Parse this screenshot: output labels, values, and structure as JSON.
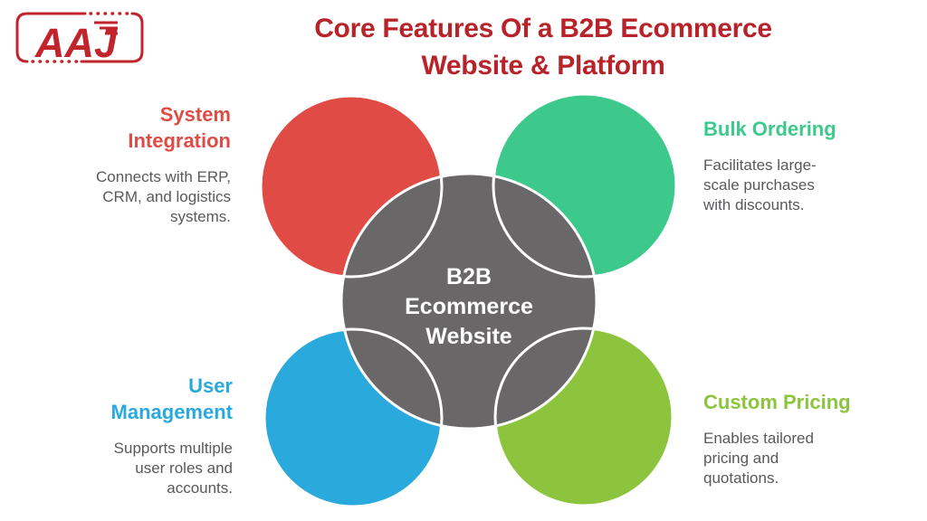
{
  "colors": {
    "background": "#FFFFFF",
    "body_text": "#58595B",
    "white_stroke": "#FFFFFF"
  },
  "logo": {
    "text": "AAJ",
    "color": "#C2242C"
  },
  "title": {
    "line1": "Core Features Of a B2B Ecommerce",
    "line2": "Website & Platform",
    "color": "#B8232A"
  },
  "center": {
    "lines": [
      "B2B",
      "Ecommerce",
      "Website"
    ],
    "circle_color": "#696767",
    "text_color": "#FFFFFF"
  },
  "features": [
    {
      "id": "system-integration",
      "position": "top-left",
      "title": "System Integration",
      "title_lines": [
        "System",
        "Integration"
      ],
      "description": "Connects with ERP, CRM, and logistics systems.",
      "description_lines": [
        "Connects with ERP,",
        "CRM, and logistics",
        "systems."
      ],
      "color": "#E04B45"
    },
    {
      "id": "bulk-ordering",
      "position": "top-right",
      "title": "Bulk Ordering",
      "title_lines": [
        "Bulk Ordering"
      ],
      "description": "Facilitates large-scale purchases with discounts.",
      "description_lines": [
        "Facilitates large-",
        "scale purchases",
        "with discounts."
      ],
      "color": "#3DC98C"
    },
    {
      "id": "user-management",
      "position": "bottom-left",
      "title": "User Management",
      "title_lines": [
        "User",
        "Management"
      ],
      "description": "Supports multiple user roles and accounts.",
      "description_lines": [
        "Supports multiple",
        "user roles and",
        "accounts."
      ],
      "color": "#29A9DC"
    },
    {
      "id": "custom-pricing",
      "position": "bottom-right",
      "title": "Custom Pricing",
      "title_lines": [
        "Custom Pricing"
      ],
      "description": "Enables tailored pricing and quotations.",
      "description_lines": [
        "Enables tailored",
        "pricing and",
        "quotations."
      ],
      "color": "#8CC43D"
    }
  ]
}
